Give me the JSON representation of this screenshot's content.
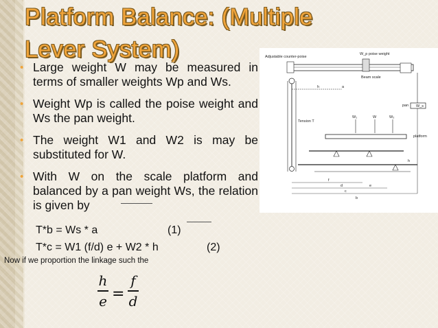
{
  "slide": {
    "title_line1": "Platform Balance: (Multiple",
    "title_line2": "Lever System)",
    "bullets": [
      "Large weight W may be measured in terms of smaller weights Wp and Ws.",
      "Weight Wp is called the poise weight and Ws the pan weight.",
      "The weight W1 and W2 is may be substituted for W.",
      "With W on the scale platform and balanced by a pan weight Ws, the relation is given by"
    ],
    "equation1": "T*b = Ws * a",
    "equation1_num": "(1)",
    "equation2": "T*c = W1 (f/d) e + W2 * h",
    "equation2_num": "(2)",
    "note": "Now if we proportion the linkage such the",
    "frac_left_num": "h",
    "frac_left_den": "e",
    "frac_right_num": "f",
    "frac_right_den": "d",
    "equals": "="
  },
  "diagram": {
    "labels": {
      "counterpoise": "Adjustable counter-poise",
      "poise_weight": "W_p poise weight",
      "beam_scale": "Beam scale",
      "pan": "pan",
      "pan_weight": "W_s",
      "tension": "Tension T",
      "platform": "platform",
      "w1": "W₁",
      "w2": "W₂",
      "w": "W",
      "a": "a",
      "b": "b",
      "c": "c",
      "d": "d",
      "e": "e",
      "f": "f",
      "h": "h"
    }
  }
}
